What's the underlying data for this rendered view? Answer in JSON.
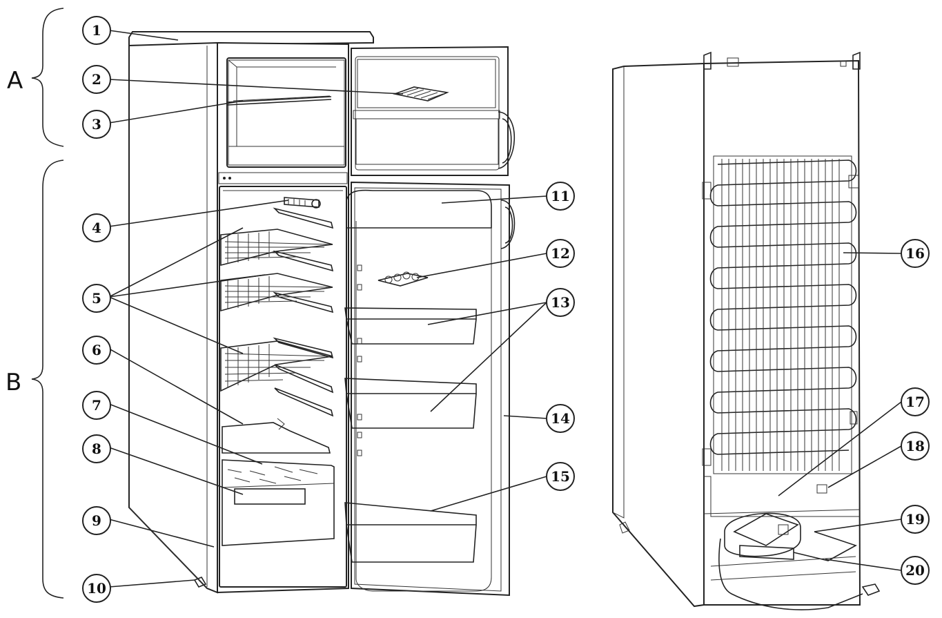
{
  "sections": {
    "a": "A",
    "b": "B"
  },
  "callouts": [
    {
      "id": "1",
      "label": "1"
    },
    {
      "id": "2",
      "label": "2"
    },
    {
      "id": "3",
      "label": "3"
    },
    {
      "id": "4",
      "label": "4"
    },
    {
      "id": "5",
      "label": "5"
    },
    {
      "id": "6",
      "label": "6"
    },
    {
      "id": "7",
      "label": "7"
    },
    {
      "id": "8",
      "label": "8"
    },
    {
      "id": "9",
      "label": "9"
    },
    {
      "id": "10",
      "label": "10"
    },
    {
      "id": "11",
      "label": "11"
    },
    {
      "id": "12",
      "label": "12"
    },
    {
      "id": "13",
      "label": "13"
    },
    {
      "id": "14",
      "label": "14"
    },
    {
      "id": "15",
      "label": "15"
    },
    {
      "id": "16",
      "label": "16"
    },
    {
      "id": "17",
      "label": "17"
    },
    {
      "id": "18",
      "label": "18"
    },
    {
      "id": "19",
      "label": "19"
    },
    {
      "id": "20",
      "label": "20"
    }
  ]
}
